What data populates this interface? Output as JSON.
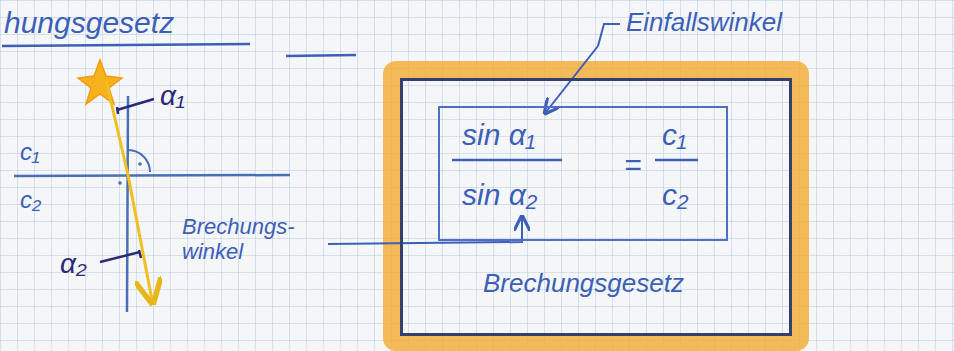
{
  "diagram": {
    "title": "hungsgesetz",
    "nodes": [
      {
        "text": [
          "Brechungsgesetz"
        ]
      },
      {
        "text": [
          "sin α₁",
          "sin α₂",
          "=",
          "c₁",
          "c₂"
        ],
        "in": 0
      }
    ],
    "labels": [
      "α₁",
      "c₁",
      "c₂",
      "α₂",
      "Brechungs- winkel",
      "Einfallswinkel"
    ]
  }
}
